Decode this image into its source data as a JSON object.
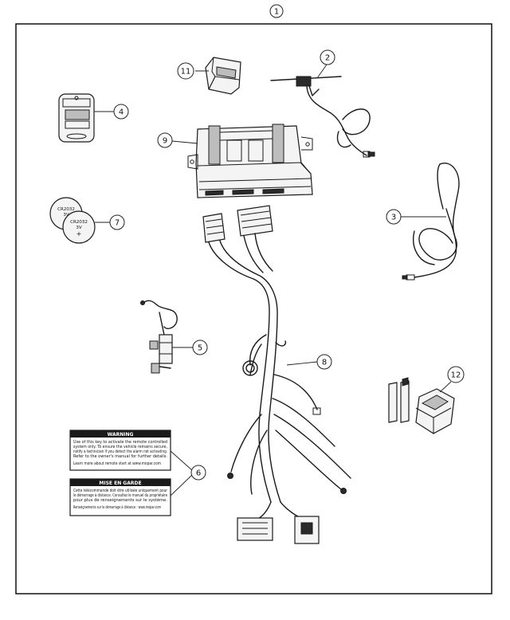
{
  "callouts": {
    "c1": "1",
    "c2": "2",
    "c3": "3",
    "c4": "4",
    "c5": "5",
    "c6": "6",
    "c7": "7",
    "c8": "8",
    "c9": "9",
    "c11": "11",
    "c12": "12"
  },
  "batteries": {
    "back_line1": "CR2032",
    "back_line2": "3V",
    "front_line1": "CR2032",
    "front_line2": "3V",
    "front_sign": "+"
  },
  "warning_label": {
    "title": "WARNING",
    "line1": "Use of this key to activate the remote controlled",
    "line2": "system only. To ensure the vehicle remains secure,",
    "line3": "notify a technician if you detect the alarm not activating.",
    "line4": "Refer to the owner's manual for further details.",
    "line5": "Learn more about remote start at www.mopar.com"
  },
  "mise_label": {
    "title": "MISE EN GARDE",
    "line1": "Cette télécommande doit être utilisée uniquement pour",
    "line2": "le démarrage à distance. Consultez le manuel du propriétaire",
    "line3": "pour plus de renseignements sur le système.",
    "line4": "Renseignements sur le démarrage à distance : www.mopar.com"
  },
  "colors": {
    "ink": "#1a1a1a",
    "frame": "#111111",
    "background": "#ffffff"
  }
}
